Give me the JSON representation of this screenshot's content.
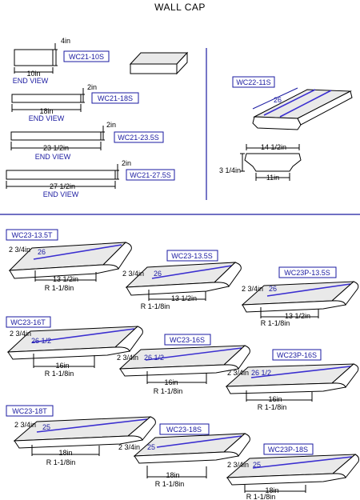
{
  "title": "WALL CAP",
  "end_views": [
    {
      "code": "WC21-10S",
      "height": "4in",
      "width": "10in",
      "caption": "END VIEW"
    },
    {
      "code": "WC21-18S",
      "height": "2in",
      "width": "18in",
      "caption": "END VIEW"
    },
    {
      "code": "WC21-23.5S",
      "height": "2in",
      "width": "23 1/2in",
      "caption": "END VIEW"
    },
    {
      "code": "WC21-27.5S",
      "height": "2in",
      "width": "27 1/2in",
      "caption": "END VIEW"
    }
  ],
  "wc22": {
    "code": "WC22-11S",
    "length": "26",
    "top_width": "14 1/2in",
    "height": "3 1/4in",
    "bottom_width": "11in"
  },
  "caps": [
    {
      "code": "WC23-13.5T",
      "h": "2 3/4in",
      "len": "26",
      "w": "13 1/2in",
      "r": "R 1-1/8in"
    },
    {
      "code": "WC23-13.5S",
      "h": "2 3/4in",
      "len": "26",
      "w": "13 1/2in",
      "r": "R 1-1/8in"
    },
    {
      "code": "WC23P-13.5S",
      "h": "2 3/4in",
      "len": "26",
      "w": "13 1/2in",
      "r": "R 1-1/8in"
    },
    {
      "code": "WC23-16T",
      "h": "2 3/4in",
      "len": "26 1/2",
      "w": "16in",
      "r": "R 1-1/8in"
    },
    {
      "code": "WC23-16S",
      "h": "2 3/4in",
      "len": "26 1/2",
      "w": "16in",
      "r": "R 1-1/8in"
    },
    {
      "code": "WC23P-16S",
      "h": "2 3/4in",
      "len": "26 1/2",
      "w": "16in",
      "r": "R 1-1/8in"
    },
    {
      "code": "WC23-18T",
      "h": "2 3/4in",
      "len": "25",
      "w": "18in",
      "r": "R 1-1/8in"
    },
    {
      "code": "WC23-18S",
      "h": "2 3/4in",
      "len": "25",
      "w": "18in",
      "r": "R 1-1/8in"
    },
    {
      "code": "WC23P-18S",
      "h": "2 3/4in",
      "len": "25",
      "w": "18in",
      "r": "R 1-1/8in"
    }
  ],
  "colors": {
    "accent": "#1a1aa0",
    "highlight": "#3b2fd0"
  }
}
